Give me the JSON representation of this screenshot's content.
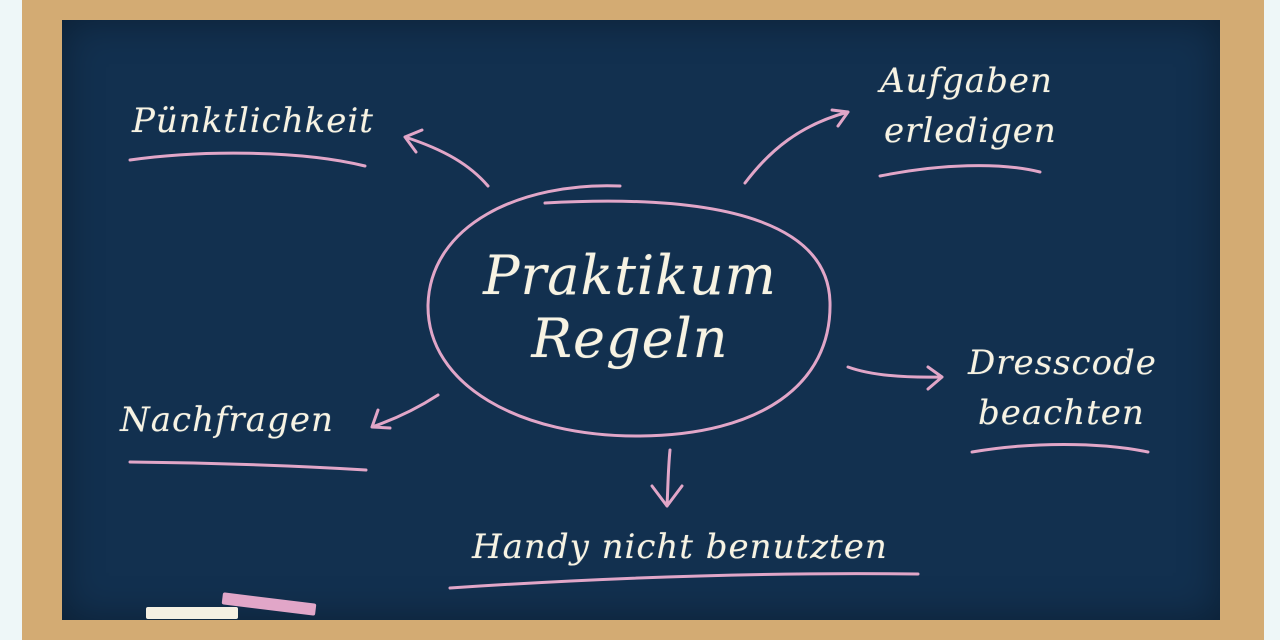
{
  "center": {
    "line1": "Praktikum",
    "line2": "Regeln"
  },
  "topics": [
    {
      "id": "puenktlichkeit",
      "label": "Pünktlichkeit"
    },
    {
      "id": "aufgaben",
      "line1": "Aufgaben",
      "line2": "erledigen"
    },
    {
      "id": "dresscode",
      "line1": "Dresscode",
      "line2": "beachten"
    },
    {
      "id": "nachfragen",
      "label": "Nachfragen"
    },
    {
      "id": "handy",
      "label": "Handy nicht benutzten"
    }
  ],
  "colors": {
    "board": "#12304f",
    "frame": "#d3ab73",
    "chalk_white": "#f7f3e3",
    "chalk_pink": "#e1a6c8"
  }
}
